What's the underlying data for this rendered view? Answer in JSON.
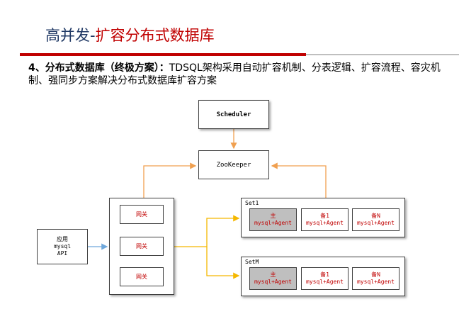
{
  "slide": {
    "title_main": "高并发-",
    "title_accent": "扩容分布式数据库",
    "description_bold": "4、分布式数据库（终极方案）：",
    "description_rest": "TDSQL架构采用自动扩容机制、分表逻辑、扩容流程、容灾机制、强同步方案解决分布式数据库扩容方案"
  },
  "diagram": {
    "scheduler": "Scheduler",
    "zookeeper": "ZooKeeper",
    "client": {
      "line1": "应用",
      "line2": "mysql",
      "line3": "API"
    },
    "gateways": [
      "网关",
      "网关",
      "网关"
    ],
    "sets": [
      {
        "label": "Set1",
        "nodes": [
          {
            "role": "主",
            "detail": "mysql+Agent"
          },
          {
            "role": "备1",
            "detail": "mysql+Agent"
          },
          {
            "role": "备N",
            "detail": "mysql+Agent"
          }
        ]
      },
      {
        "label": "SetM",
        "nodes": [
          {
            "role": "主",
            "detail": "mysql+Agent"
          },
          {
            "role": "备1",
            "detail": "mysql+Agent"
          },
          {
            "role": "备N",
            "detail": "mysql+Agent"
          }
        ]
      }
    ],
    "colors": {
      "accent_red": "#c00000",
      "title_blue": "#1f3864",
      "arrow_orange": "#f0a050",
      "arrow_yellow": "#f5b800",
      "arrow_blue": "#6fa8dc",
      "master_fill": "#bfbfbf"
    }
  }
}
